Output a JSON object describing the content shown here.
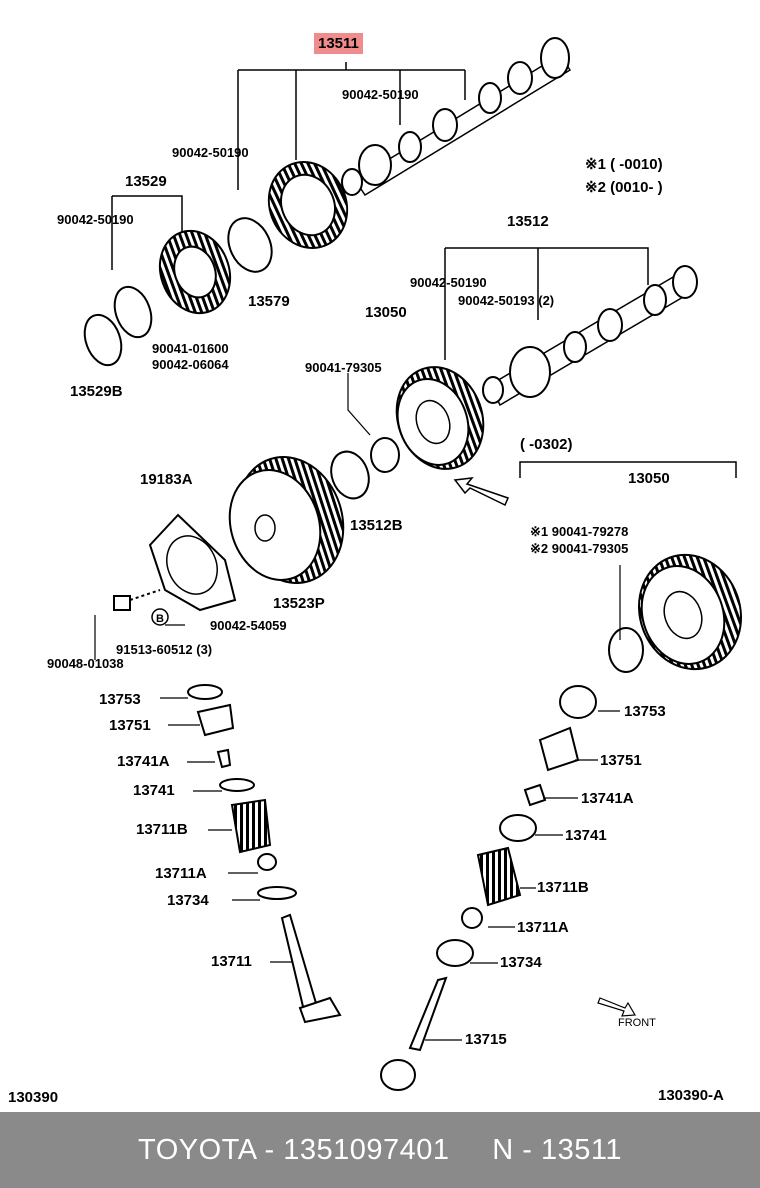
{
  "highlight_part": "13511",
  "labels": {
    "p13511": "13511",
    "p9004250190_a": "90042-50190",
    "p9004250190_b": "90042-50190",
    "p9004250190_c": "90042-50190",
    "p9004250190_d": "90042-50190",
    "p13529": "13529",
    "p13579": "13579",
    "p9004101600": "90041-01600",
    "p9004206064": "90042-06064",
    "p13529B": "13529B",
    "p13512": "13512",
    "p9004250193": "90042-50193 (2)",
    "p13050_a": "13050",
    "p9004179305_a": "90041-79305",
    "note1": "※1 (      -0010)",
    "note2": "※2 (0010-      )",
    "p19183A": "19183A",
    "p13512B": "13512B",
    "p13523P": "13523P",
    "p9004254059": "90042-54059",
    "p9151360512": "91513-60512 (3)",
    "p9004801038": "90048-01038",
    "range": "(      -0302)",
    "p13050_b": "13050",
    "p9004179278": "※1  90041-79278",
    "p9004179305_b": "※2  90041-79305",
    "p13753_l": "13753",
    "p13751_l": "13751",
    "p13741A_l": "13741A",
    "p13741_l": "13741",
    "p13711B_l": "13711B",
    "p13711A_l": "13711A",
    "p13734_l": "13734",
    "p13711": "13711",
    "p13753_r": "13753",
    "p13751_r": "13751",
    "p13741A_r": "13741A",
    "p13741_r": "13741",
    "p13711B_r": "13711B",
    "p13711A_r": "13711A",
    "p13734_r": "13734",
    "p13715": "13715",
    "front": "FRONT",
    "circle_b": "B",
    "code_left": "130390",
    "code_right": "130390-A"
  },
  "footer": {
    "text": "TOYOTA - 1351097401     N - 13511"
  }
}
